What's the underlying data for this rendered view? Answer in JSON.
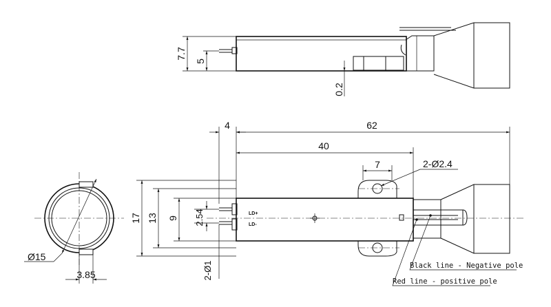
{
  "dimensions": {
    "top_height": "7.7",
    "top_pin_offset": "5",
    "top_gap": "0.2",
    "pin_len": "4",
    "overall_len": "62",
    "body_len": "40",
    "hole_spacing": "7",
    "mount_holes": "2-Ø2.4",
    "overall_width": "17",
    "body_width": "13",
    "inner_width": "9",
    "pin_pitch": "2.54",
    "pin_dia": "2-Ø1",
    "end_dia": "Ø15",
    "end_offset": "3.85"
  },
  "labels": {
    "black_line": "Black line - Negative pole",
    "red_line": "Red line - positive pole",
    "ld_plus": "LD+",
    "ld_minus": "LD-"
  }
}
